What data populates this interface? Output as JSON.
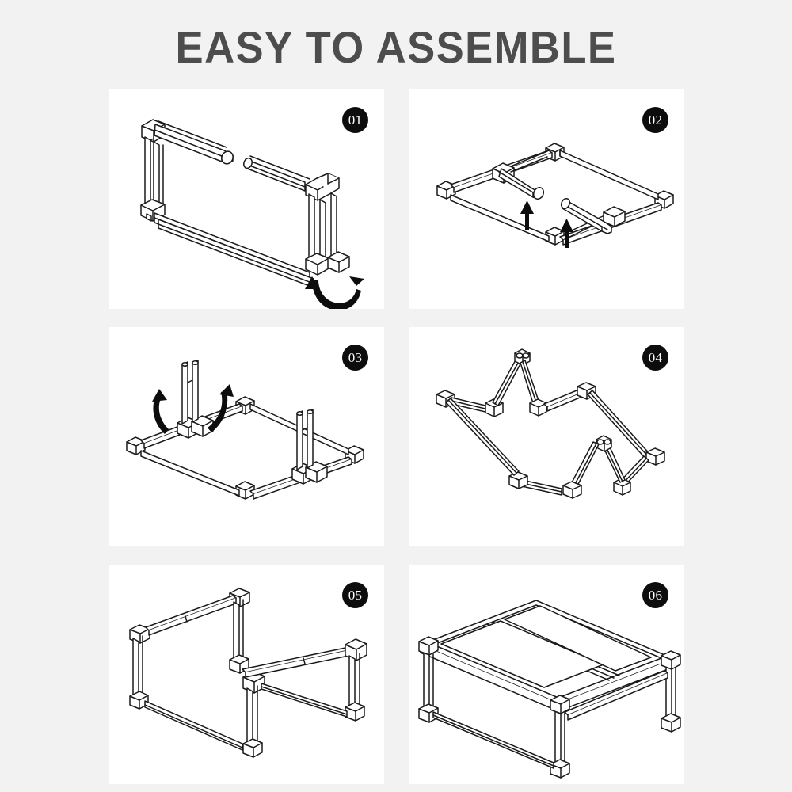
{
  "page": {
    "background_color": "#f2f2f2",
    "panel_color": "#ffffff",
    "line_color": "#1a1a1a",
    "title_color": "#4d4d4d",
    "badge_color": "#0d0d0d",
    "badge_text_color": "#ffffff"
  },
  "header": {
    "title": "EASY TO ASSEMBLE"
  },
  "steps": [
    {
      "number": "01",
      "name": "step-1-side-frames",
      "description": "Two U-shaped side frame assemblies positioned opposite each other",
      "arrows": [
        "curved-double-headed-rotate"
      ]
    },
    {
      "number": "02",
      "name": "step-2-insert-crossbars",
      "description": "Flat rectangular base frame with two crossbar tubes being inserted",
      "arrows": [
        "straight-up",
        "straight-up"
      ]
    },
    {
      "number": "03",
      "name": "step-3-attach-legs",
      "description": "Base frame with two vertical legs attached and rotating upward",
      "arrows": [
        "curved-up-left",
        "curved-up-right"
      ]
    },
    {
      "number": "04",
      "name": "step-4-folded-frame",
      "description": "Frame shown folded in zig-zag crown configuration",
      "arrows": []
    },
    {
      "number": "05",
      "name": "step-5-unfolded-base",
      "description": "Frame unfolded into standing table base with four legs",
      "arrows": []
    },
    {
      "number": "06",
      "name": "step-6-completed-table",
      "description": "Completed table with two top panels installed",
      "arrows": []
    }
  ]
}
